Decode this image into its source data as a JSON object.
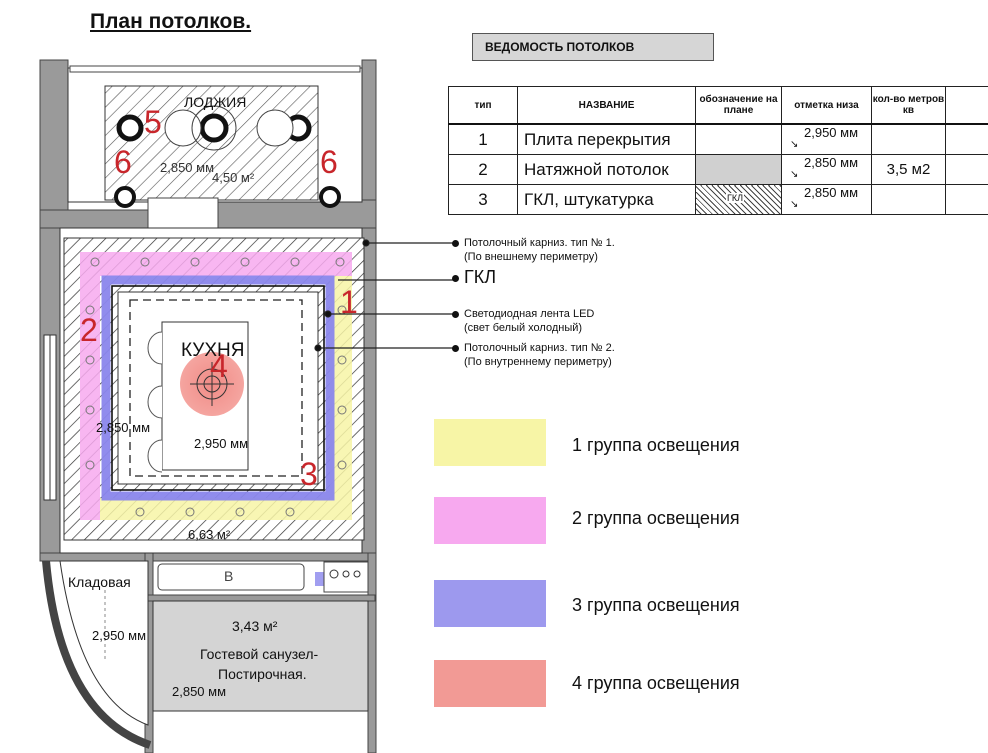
{
  "title": "План потолков.",
  "schedule": {
    "title": "ВЕДОМОСТЬ ПОТОЛКОВ",
    "headers": {
      "type": "тип",
      "name": "НАЗВАНИЕ",
      "mark": "обозначение на плане",
      "level": "отметка низа",
      "length": "кол-во метров кв"
    },
    "rows": [
      {
        "type": "1",
        "name": "Плита перекрытия",
        "level": "2,950 мм",
        "length": ""
      },
      {
        "type": "2",
        "name": "Натяжной потолок",
        "level": "2,850 мм",
        "length": "3,5 м2"
      },
      {
        "type": "3",
        "name": "ГКЛ, штукатурка",
        "mark": "ГКЛ",
        "level": "2,850 мм",
        "length": ""
      }
    ]
  },
  "notes": [
    {
      "line1": "Потолочный карниз. тип № 1.",
      "line2": "(По внешнему периметру)"
    },
    {
      "line1": "ГКЛ"
    },
    {
      "line1": "Светодиодная  лента  LED",
      "line2": "(свет белый холодный)"
    },
    {
      "line1": "Потолочный карниз. тип № 2.",
      "line2": "(По внутреннему периметру)"
    }
  ],
  "legend": [
    {
      "label": "1 группа освещения",
      "color": "#f7f5a6"
    },
    {
      "label": "2 группа освещения",
      "color": "#f7a9ef"
    },
    {
      "label": "3 группа освещения",
      "color": "#9d99ee"
    },
    {
      "label": "4 группа освещения",
      "color": "#f29a95"
    }
  ],
  "plan": {
    "loggia_label": "ЛОДЖИЯ",
    "loggia_level": "2,850 мм",
    "loggia_area": "4,50 м²",
    "kitchen_label": "КУХНЯ",
    "kitchen_level": "2,950 мм",
    "kitchen_area": "6,63 м²",
    "kitchen_side_level": "2,850 мм",
    "bath_letter": "В",
    "pantry_label": "Кладовая",
    "pantry_level": "2,950 мм",
    "wc_area": "3,43 м²",
    "wc_name_1": "Гостевой санузел-",
    "wc_name_2": "Постирочная.",
    "wc_level": "2,850 мм",
    "group_numbers": {
      "n1": "1",
      "n2": "2",
      "n3": "3",
      "n4": "4",
      "n5": "5",
      "n6a": "6",
      "n6b": "6"
    }
  }
}
